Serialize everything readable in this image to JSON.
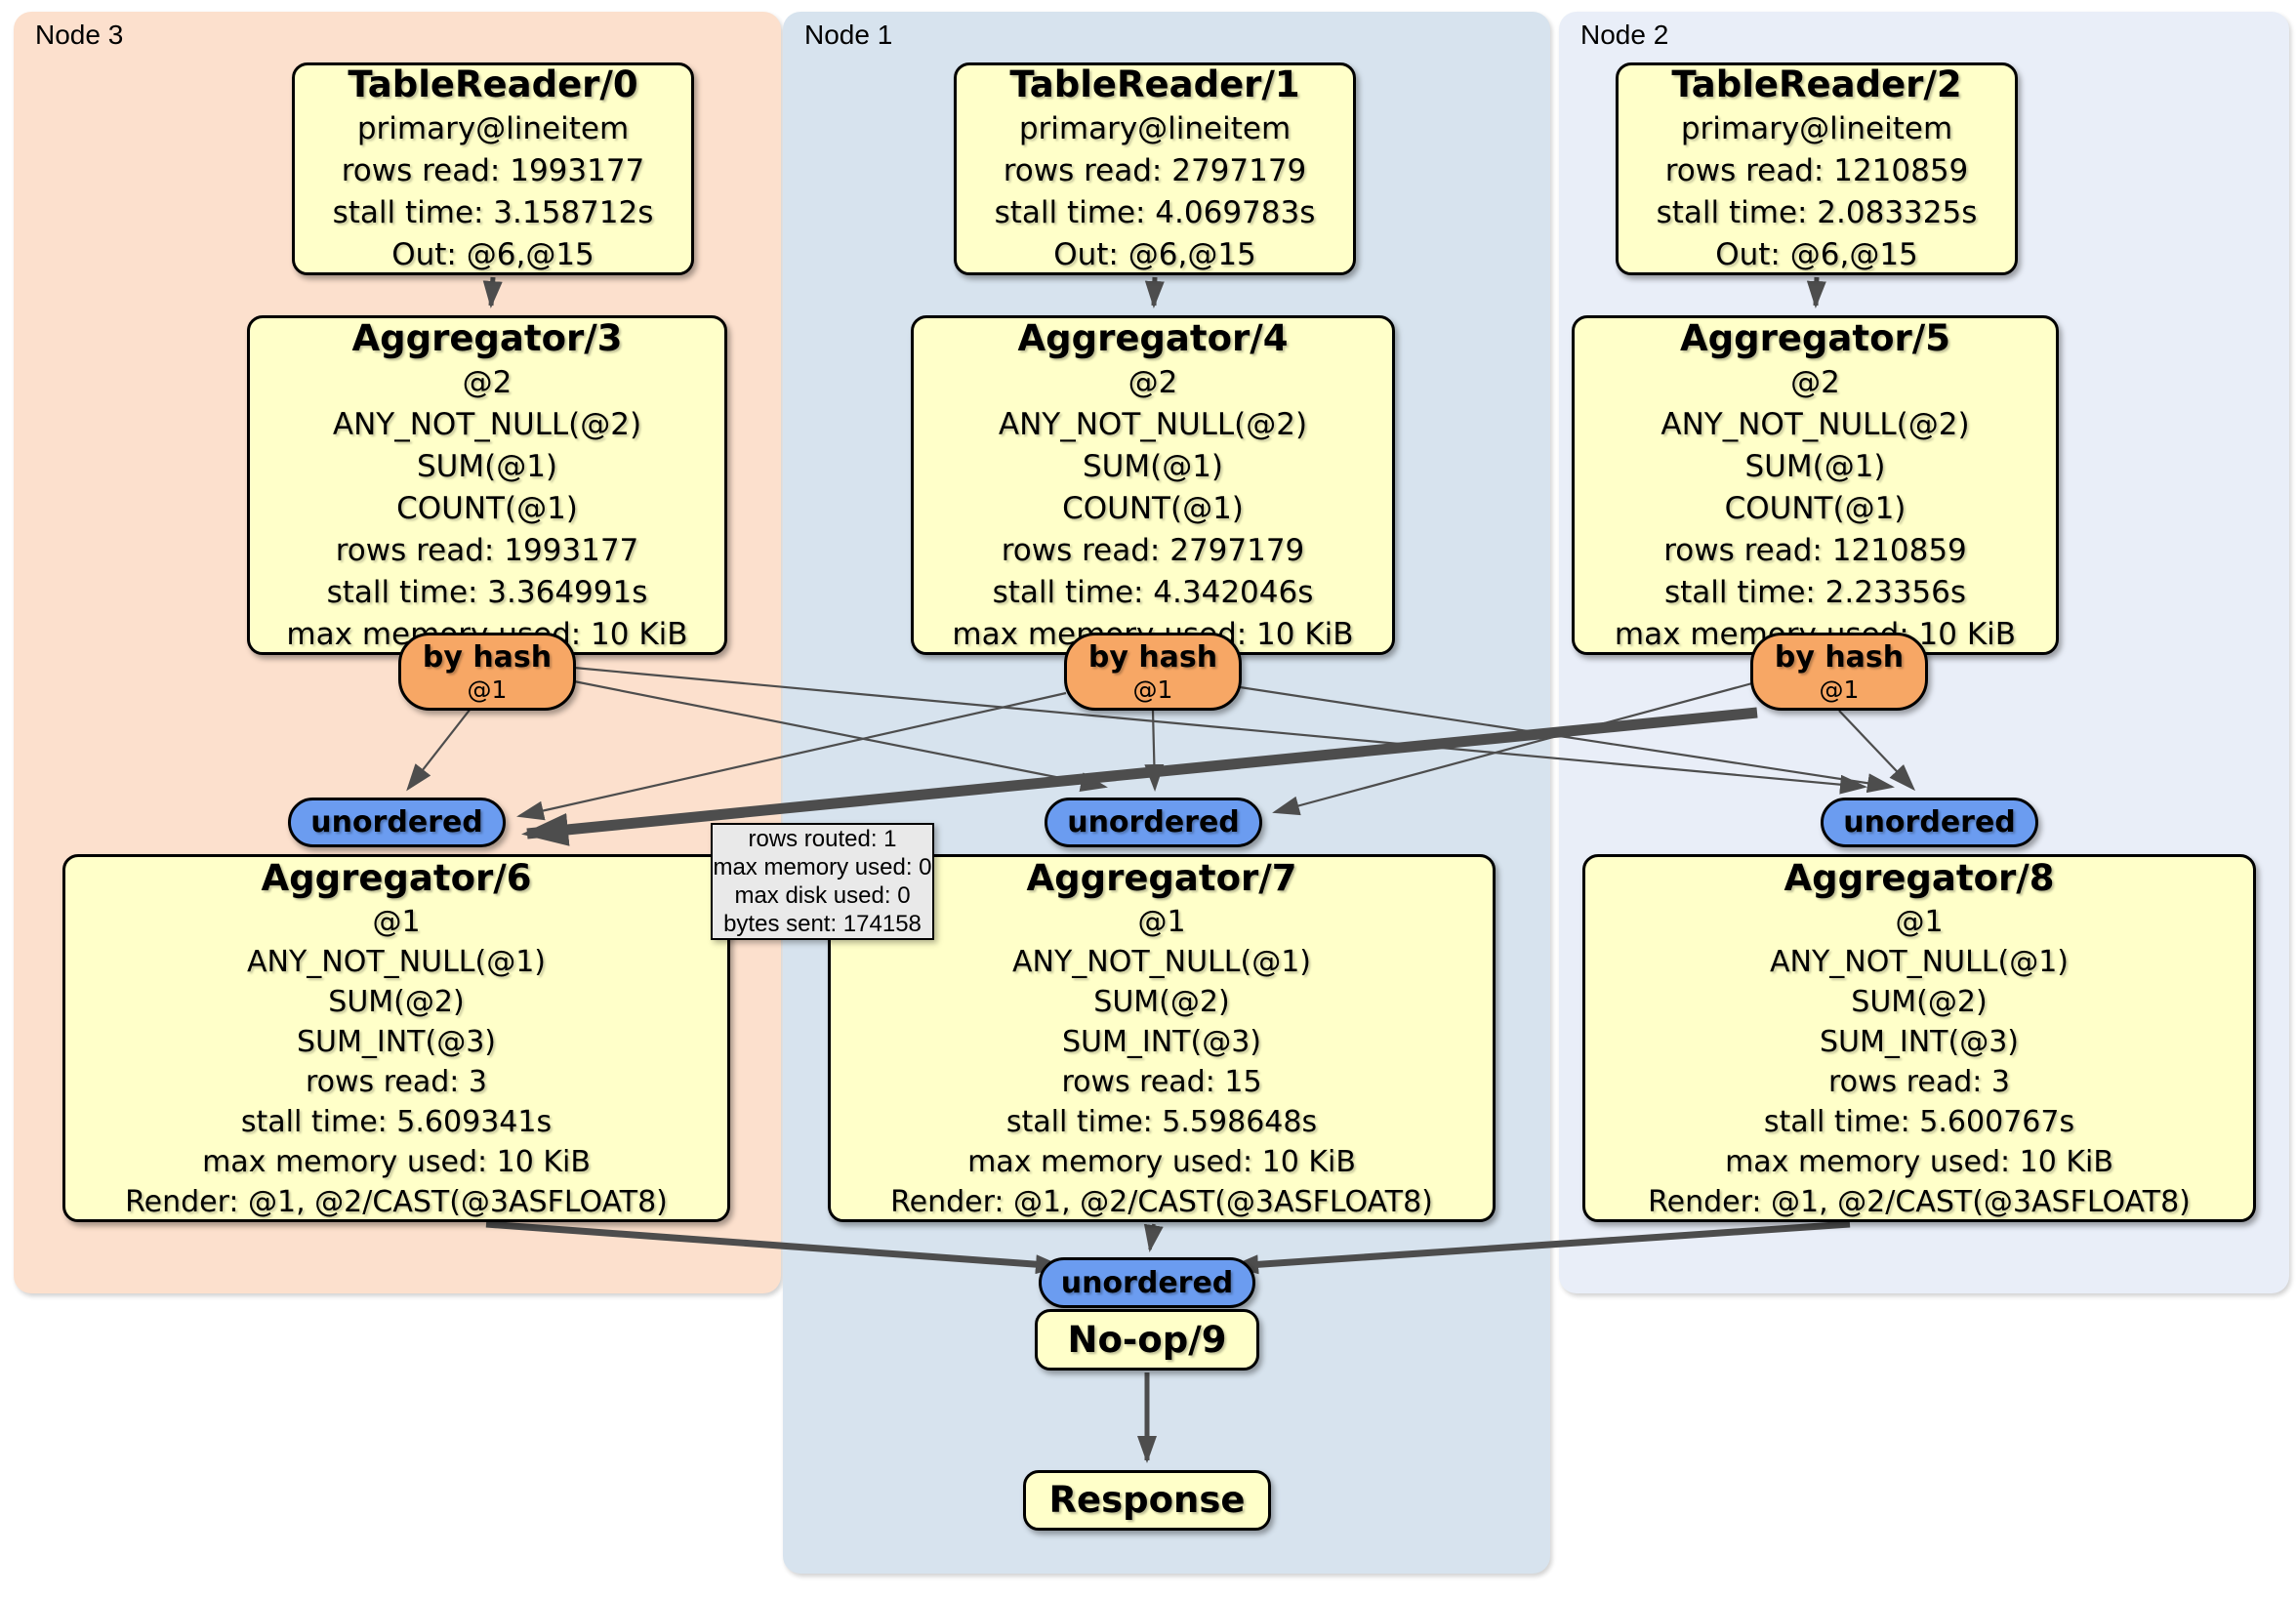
{
  "panels": [
    {
      "label": "Node 3"
    },
    {
      "label": "Node 1"
    },
    {
      "label": "Node 2"
    }
  ],
  "processors": {
    "tr0": {
      "title": "TableReader/0",
      "lines": [
        "primary@lineitem",
        "rows read: 1993177",
        "stall time: 3.158712s",
        "Out: @6,@15"
      ]
    },
    "tr1": {
      "title": "TableReader/1",
      "lines": [
        "primary@lineitem",
        "rows read: 2797179",
        "stall time: 4.069783s",
        "Out: @6,@15"
      ]
    },
    "tr2": {
      "title": "TableReader/2",
      "lines": [
        "primary@lineitem",
        "rows read: 1210859",
        "stall time: 2.083325s",
        "Out: @6,@15"
      ]
    },
    "agg3": {
      "title": "Aggregator/3",
      "lines": [
        "@2",
        "ANY_NOT_NULL(@2)",
        "SUM(@1)",
        "COUNT(@1)",
        "rows read: 1993177",
        "stall time: 3.364991s",
        "max memory used: 10 KiB"
      ]
    },
    "agg4": {
      "title": "Aggregator/4",
      "lines": [
        "@2",
        "ANY_NOT_NULL(@2)",
        "SUM(@1)",
        "COUNT(@1)",
        "rows read: 2797179",
        "stall time: 4.342046s",
        "max memory used: 10 KiB"
      ]
    },
    "agg5": {
      "title": "Aggregator/5",
      "lines": [
        "@2",
        "ANY_NOT_NULL(@2)",
        "SUM(@1)",
        "COUNT(@1)",
        "rows read: 1210859",
        "stall time: 2.23356s",
        "max memory used: 10 KiB"
      ]
    },
    "agg6": {
      "title": "Aggregator/6",
      "lines": [
        "@1",
        "ANY_NOT_NULL(@1)",
        "SUM(@2)",
        "SUM_INT(@3)",
        "rows read: 3",
        "stall time: 5.609341s",
        "max memory used: 10 KiB",
        "Render: @1, @2/CAST(@3ASFLOAT8)"
      ]
    },
    "agg7": {
      "title": "Aggregator/7",
      "lines": [
        "@1",
        "ANY_NOT_NULL(@1)",
        "SUM(@2)",
        "SUM_INT(@3)",
        "rows read: 15",
        "stall time: 5.598648s",
        "max memory used: 10 KiB",
        "Render: @1, @2/CAST(@3ASFLOAT8)"
      ]
    },
    "agg8": {
      "title": "Aggregator/8",
      "lines": [
        "@1",
        "ANY_NOT_NULL(@1)",
        "SUM(@2)",
        "SUM_INT(@3)",
        "rows read: 3",
        "stall time: 5.600767s",
        "max memory used: 10 KiB",
        "Render: @1, @2/CAST(@3ASFLOAT8)"
      ]
    },
    "noop9": {
      "title": "No-op/9"
    },
    "response": {
      "title": "Response"
    }
  },
  "routers": [
    {
      "label": "by hash",
      "detail": "@1"
    },
    {
      "label": "by hash",
      "detail": "@1"
    },
    {
      "label": "by hash",
      "detail": "@1"
    }
  ],
  "syncs": [
    {
      "label": "unordered"
    },
    {
      "label": "unordered"
    },
    {
      "label": "unordered"
    },
    {
      "label": "unordered"
    }
  ],
  "edge_tooltip": {
    "lines": [
      "rows routed: 1",
      "max memory used: 0",
      "max disk used: 0",
      "bytes sent: 174158"
    ]
  },
  "colors": {
    "node3_bg": "#fce0cd",
    "node1_bg": "#d7e3ee",
    "node2_bg": "#e9eef8",
    "processor_bg": "#ffffc9",
    "router_bg": "#f7a765",
    "sync_bg": "#6b9cf0",
    "tooltip_bg": "#e9e9e9",
    "edge": "#4d4d4d",
    "border": "#000000"
  }
}
